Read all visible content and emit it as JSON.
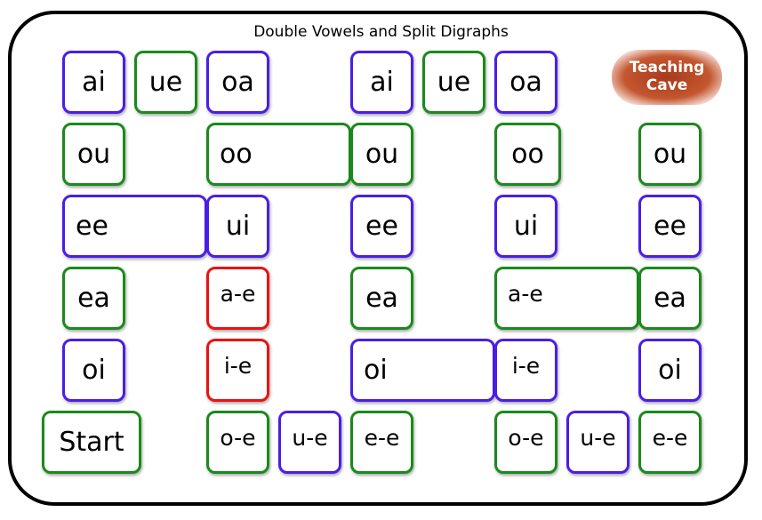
{
  "title": "Double Vowels and Split Digraphs",
  "logo": {
    "line1": "Teaching",
    "line2": "Cave"
  },
  "colors": {
    "blue": "#4a1ee8",
    "green": "#1b8a1b",
    "red": "#ee1111"
  },
  "tiles": [
    "ai",
    "ue",
    "oa",
    "ai",
    "ue",
    "oa",
    "ou",
    "oo",
    "ou",
    "oo",
    "ou",
    "ee",
    "ui",
    "ee",
    "ui",
    "ee",
    "ea",
    "a-e",
    "ea",
    "a-e",
    "ea",
    "oi",
    "i-e",
    "oi",
    "i-e",
    "oi",
    "Start",
    "o-e",
    "u-e",
    "e-e",
    "o-e",
    "u-e",
    "e-e"
  ]
}
